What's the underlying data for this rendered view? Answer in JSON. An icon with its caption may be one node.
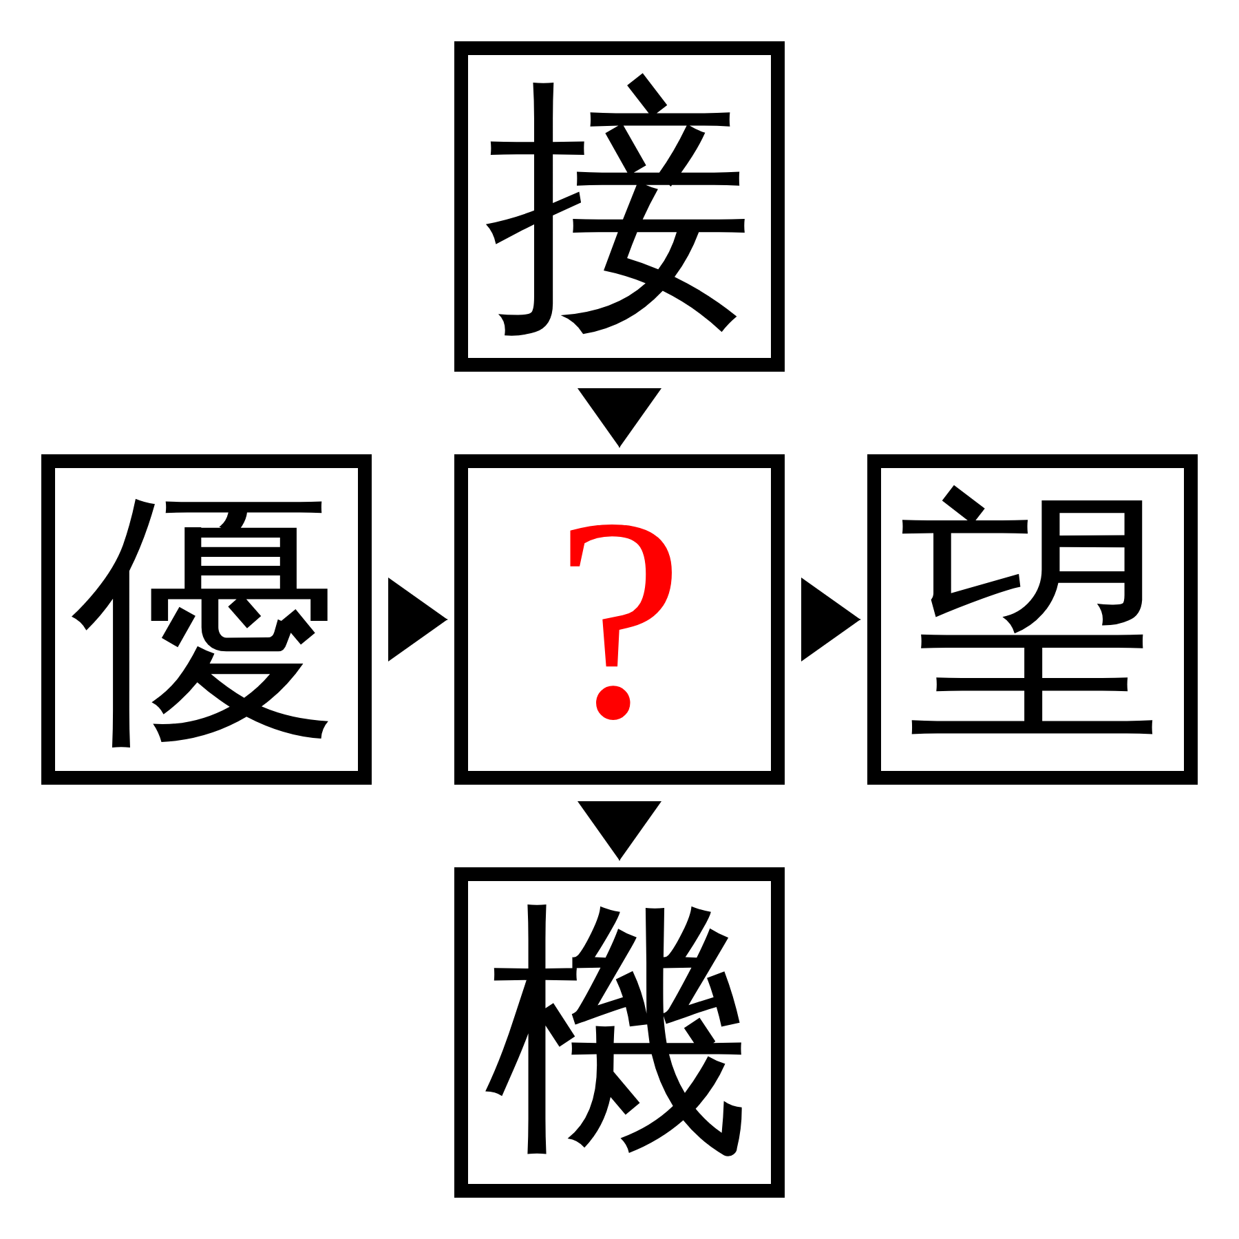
{
  "diagram": {
    "nodes": [
      {
        "text": [
          "接"
        ]
      },
      {
        "text": [
          "優"
        ]
      },
      {
        "text": [
          "?"
        ]
      },
      {
        "text": [
          "望"
        ]
      },
      {
        "text": [
          "機"
        ]
      }
    ],
    "edges": [
      {
        "from": 0,
        "to": 2,
        "arrow": "to"
      },
      {
        "from": 1,
        "to": 2,
        "arrow": "to"
      },
      {
        "from": 2,
        "to": 3,
        "arrow": "to"
      },
      {
        "from": 2,
        "to": 4,
        "arrow": "to"
      }
    ]
  }
}
